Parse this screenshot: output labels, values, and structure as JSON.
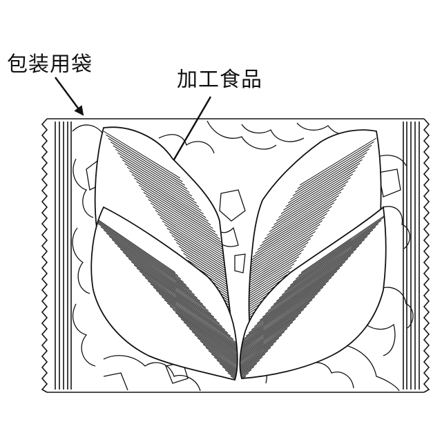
{
  "labels": {
    "packaging_bag": "包装用袋",
    "processed_food": "加工食品"
  },
  "colors": {
    "line": "#111111",
    "background": "#ffffff"
  },
  "components": [
    {
      "id": "packaging-bag",
      "type": "sealed pouch with zigzag serrated side seals"
    },
    {
      "id": "processed-food",
      "type": "two pieces of sliced meat"
    },
    {
      "id": "garnish",
      "type": "leafy vegetables (lettuce) background"
    }
  ]
}
